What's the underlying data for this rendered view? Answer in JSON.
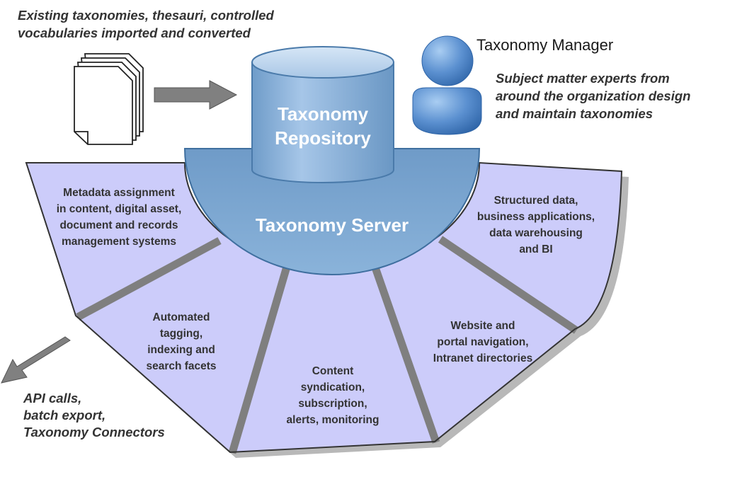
{
  "header_caption": {
    "line1": "Existing taxonomies, thesauri, controlled",
    "line2": "vocabularies imported and converted"
  },
  "repository": {
    "line1": "Taxonomy",
    "line2": "Repository"
  },
  "server": {
    "label": "Taxonomy Server"
  },
  "manager": {
    "title": "Taxonomy Manager",
    "desc1": "Subject matter experts from",
    "desc2": "around the organization design",
    "desc3": "and maintain taxonomies"
  },
  "segments": {
    "metadata": {
      "line1": "Metadata assignment",
      "line2": "in content, digital asset,",
      "line3": "document and records",
      "line4": "management systems"
    },
    "automated": {
      "line1": "Automated",
      "line2": "tagging,",
      "line3": "indexing and",
      "line4": "search facets"
    },
    "content": {
      "line1": "Content",
      "line2": "syndication,",
      "line3": "subscription,",
      "line4": "alerts, monitoring"
    },
    "website": {
      "line1": "Website and",
      "line2": "portal navigation,",
      "line3": "Intranet directories"
    },
    "structured": {
      "line1": "Structured data,",
      "line2": "business applications,",
      "line3": "data warehousing",
      "line4": "and BI"
    }
  },
  "export_caption": {
    "line1": "API calls,",
    "line2": "batch export,",
    "line3": "Taxonomy Connectors"
  },
  "colors": {
    "segment_fill": "#ccccfa",
    "outline": "#333333",
    "divider": "#7f7f7f",
    "arrow": "#808080",
    "server_fill": "#7aa6d0",
    "cylinder_fill": "#8db4dc",
    "person_fill": "#5b90d0"
  }
}
